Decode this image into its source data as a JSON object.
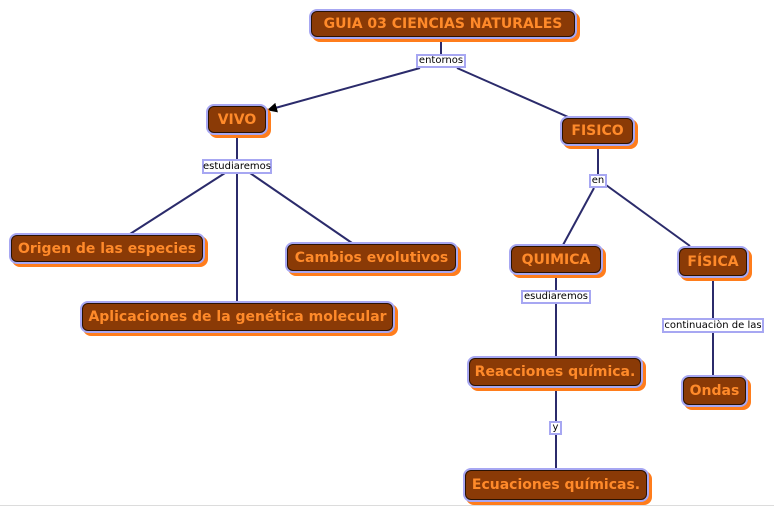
{
  "nodes": {
    "root": "GUIA 03 CIENCIAS NATURALES",
    "vivo": "VIVO",
    "fisico": "FISICO",
    "origen": "Origen de las especies",
    "aplicaciones": "Aplicaciones de la genética molecular",
    "cambios": "Cambios evolutivos",
    "quimica": "QUIMICA",
    "fisica": "FÍSICA",
    "reacciones": "Reacciones química.",
    "ecuaciones": "Ecuaciones químicas.",
    "ondas": "Ondas"
  },
  "links": {
    "entornos": "entornos",
    "estudiaremos_vivo": "estudiaremos",
    "en": "en",
    "esudiaremos": "esudiaremos",
    "y": "y",
    "continuacion": "continuaciòn de las"
  },
  "colors": {
    "node_fill": "#8a3a06",
    "node_text": "#ff8a2a",
    "node_halo": "#a7a7f2",
    "node_shadow": "#ff7d1c",
    "edge": "#2b2b6b"
  }
}
